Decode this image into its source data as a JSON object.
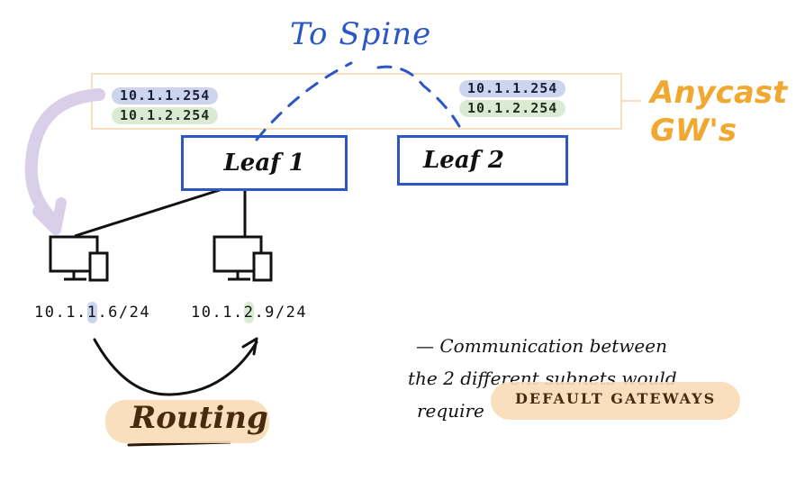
{
  "diagram": {
    "title_annotation": "To Spine",
    "anycast_label_line1": "Anycast",
    "anycast_label_line2": "GW's",
    "gateways_left": [
      "10.1.1.254",
      "10.1.2.254"
    ],
    "gateways_right": [
      "10.1.1.254",
      "10.1.2.254"
    ],
    "leaves": [
      {
        "label": "Leaf 1"
      },
      {
        "label": "Leaf 2"
      }
    ],
    "hosts": [
      {
        "ip_prefix": "10.1.",
        "ip_highlight": "1",
        "ip_suffix": ".6/24",
        "highlight_color": "blue"
      },
      {
        "ip_prefix": "10.1.",
        "ip_highlight": "2",
        "ip_suffix": ".9/24",
        "highlight_color": "green"
      }
    ],
    "routing_label": "Routing",
    "note": {
      "line1": "— Communication between",
      "line2": "the 2 different subnets would",
      "line3_prefix": "require",
      "line3_highlight": "DEFAULT GATEWAYS"
    },
    "colors": {
      "blue_ink": "#2b56c4",
      "orange_ink": "#f0a830",
      "purple_arrow": "#d9cfe8",
      "anycast_box": "#f9dfbd",
      "pill_blue": "#cdd5ee",
      "pill_green": "#d9ecd3",
      "highlight": "#f8dcb6"
    }
  }
}
